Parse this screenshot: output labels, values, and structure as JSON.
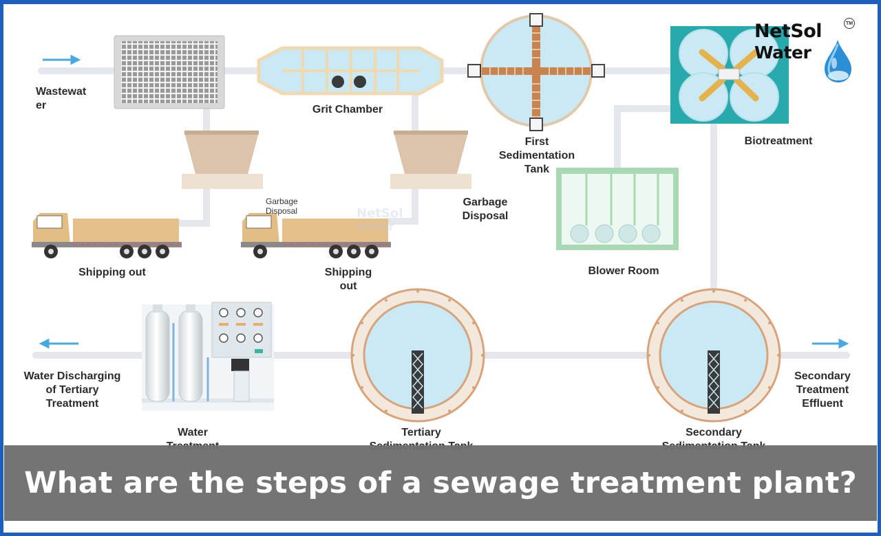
{
  "labels": {
    "wastewater": "Wastewat\ner",
    "grit_chamber": "Grit Chamber",
    "first_sedimentation_tank": "First\nSedimentation\nTank",
    "biotreatment": "Biotreatment",
    "garbage_disposal_small": "Garbage\nDisposal",
    "garbage_disposal": "Garbage\nDisposal",
    "shipping_out_left": "Shipping out",
    "shipping_out_right": "Shipping\nout",
    "blower_room": "Blower Room",
    "water_discharging": "Water Discharging\nof Tertiary\nTreatment",
    "secondary_treatment_effluent": "Secondary\nTreatment\nEffluent",
    "water_treatment": "Water\nTreatment",
    "tertiary_sedimentation_tank": "Tertiary\nSedimentation Tank",
    "secondary_sedimentation_tank": "Secondary\nSedimentation Tank"
  },
  "banner": {
    "title": "What are the steps of a sewage treatment plant?"
  },
  "logo": {
    "line1": "NetSol",
    "line2": "Water",
    "trademark": "TM",
    "icon": "water-drop-icon"
  },
  "watermark": {
    "line1": "NetSol",
    "line2": "Water"
  },
  "colors": {
    "pipe": "#e4e8ec",
    "water": "#c9e9f5",
    "tank_ring": "#f3e8dc",
    "tank_border": "#d8a27a",
    "bio_tank": "#28a9ad",
    "hopper": "#dcc4ac",
    "truck_cargo": "#e6c08a",
    "blower_frame": "#a8d8b4",
    "frame": "#1d5fbf",
    "arrow": "#47a9e0",
    "banner": "#6e6e6e"
  }
}
